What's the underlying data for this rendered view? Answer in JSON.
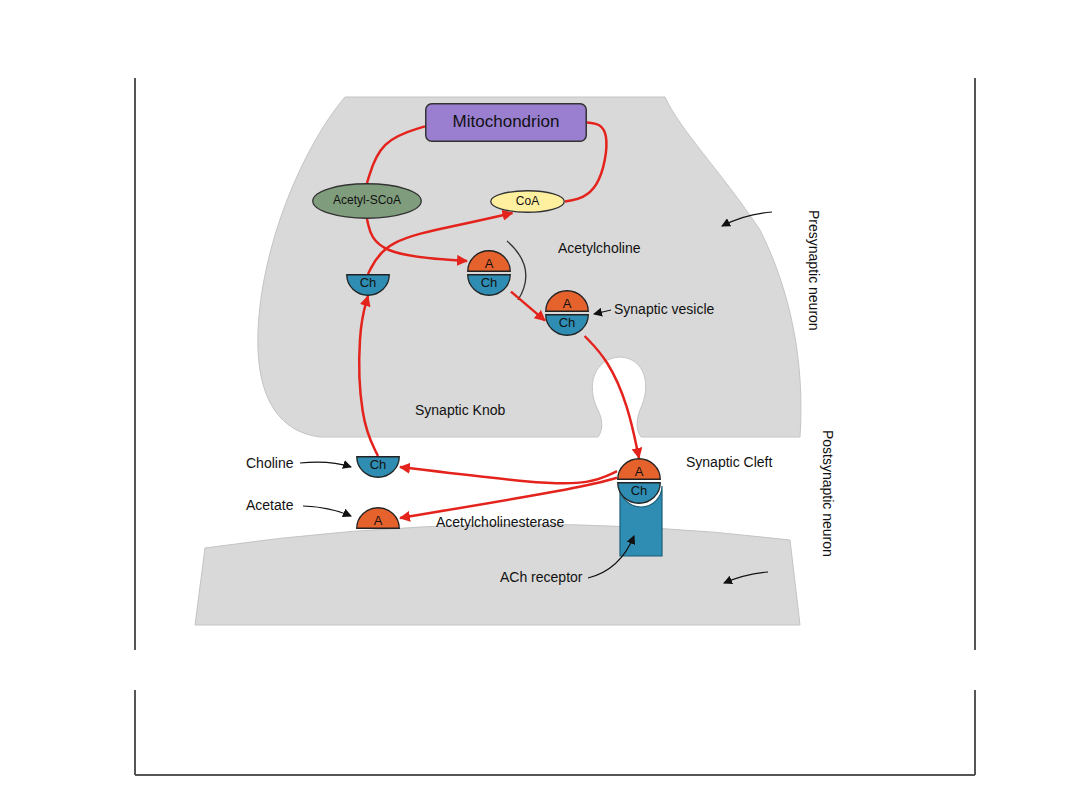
{
  "diagram": {
    "nodes": [
      {
        "text": [
          "Mitochondrion"
        ]
      },
      {
        "text": [
          "Acetyl-SCoA"
        ]
      },
      {
        "text": [
          "CoA"
        ]
      },
      {
        "text": [
          "Ch"
        ]
      },
      {
        "text": [
          "A"
        ]
      },
      {
        "text": [
          "Ch"
        ]
      },
      {
        "text": [
          "A"
        ]
      },
      {
        "text": [
          "Ch"
        ]
      },
      {
        "text": [
          "A"
        ]
      },
      {
        "text": [
          "Ch"
        ]
      },
      {
        "text": [
          "Ch"
        ]
      },
      {
        "text": [
          "A"
        ]
      }
    ],
    "edges": [
      {
        "from": 0,
        "to": 1,
        "arrow": "none"
      },
      {
        "from": 0,
        "to": 2,
        "arrow": "none"
      },
      {
        "from": 1,
        "to": 4,
        "arrow": "to"
      },
      {
        "from": 3,
        "to": 2,
        "arrow": "to"
      },
      {
        "from": 5,
        "to": 7,
        "arrow": "to"
      },
      {
        "from": 7,
        "to": 8,
        "arrow": "to"
      },
      {
        "from": 8,
        "to": 10,
        "arrow": "to"
      },
      {
        "from": 8,
        "to": 11,
        "arrow": "to"
      },
      {
        "from": 10,
        "to": 3,
        "arrow": "to"
      }
    ],
    "labels": [
      "Acetylcholine",
      "Synaptic vesicle",
      "Presynaptic neuron",
      "Synaptic Knob",
      "Choline",
      "Acetate",
      "Acetylcholinesterase",
      "Synaptic Cleft",
      "ACh receptor",
      "Postsynaptic neuron"
    ]
  }
}
